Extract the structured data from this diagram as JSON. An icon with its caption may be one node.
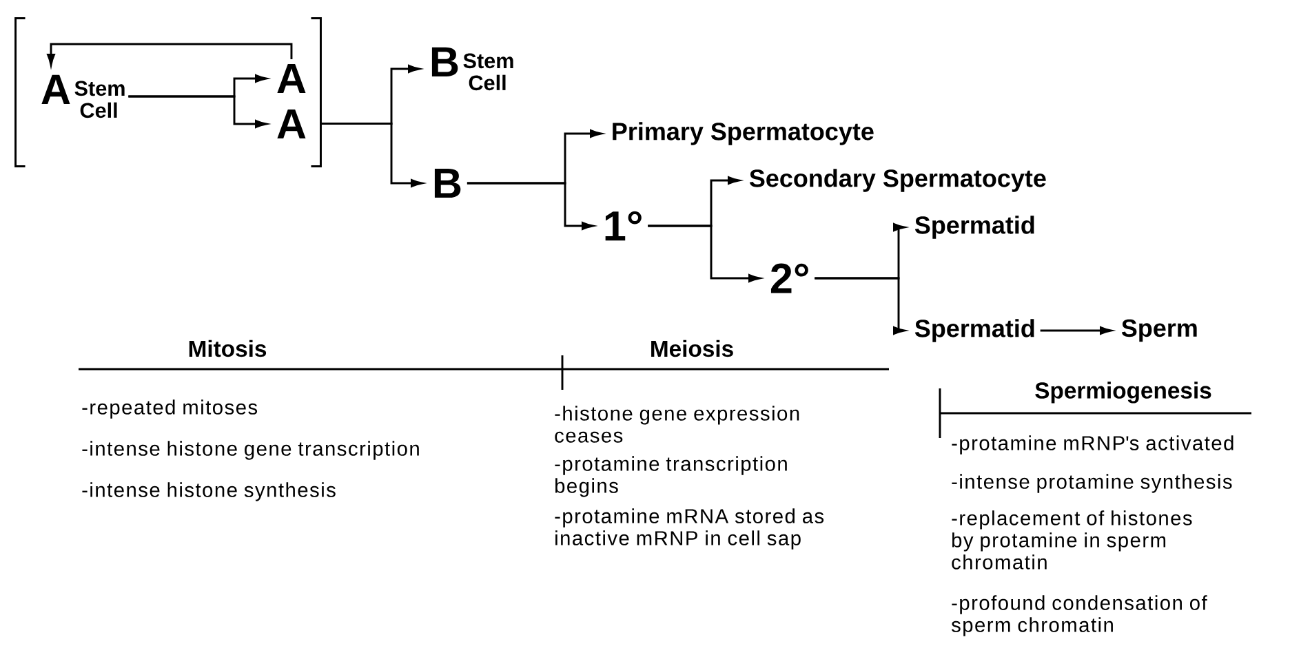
{
  "diagram": {
    "nodes": [
      {
        "text": [],
        "shape": "box"
      },
      {
        "text": [
          "A",
          "Stem Cell"
        ],
        "in": 0
      },
      {
        "text": [
          "A"
        ],
        "in": 0
      },
      {
        "text": [
          "A"
        ],
        "in": 0
      },
      {
        "text": [
          "B",
          "Stem Cell"
        ]
      },
      {
        "text": [
          "B"
        ]
      },
      {
        "text": [
          "Primary Spermatocyte"
        ]
      },
      {
        "text": [
          "1°"
        ]
      },
      {
        "text": [
          "Secondary Spermatocyte"
        ]
      },
      {
        "text": [
          "2°"
        ]
      },
      {
        "text": [
          "Spermatid"
        ]
      },
      {
        "text": [
          "Spermatid"
        ]
      },
      {
        "text": [
          "Sperm"
        ]
      }
    ],
    "edges": [
      {
        "from": 1,
        "to": 2,
        "arrow": "to"
      },
      {
        "from": 1,
        "to": 3,
        "arrow": "to"
      },
      {
        "from": 2,
        "to": 1,
        "arrow": "to"
      },
      {
        "from": 0,
        "to": 4,
        "arrow": "to"
      },
      {
        "from": 0,
        "to": 5,
        "arrow": "to"
      },
      {
        "from": 5,
        "to": 6,
        "arrow": "to"
      },
      {
        "from": 5,
        "to": 7,
        "arrow": "to"
      },
      {
        "from": 7,
        "to": 8,
        "arrow": "to"
      },
      {
        "from": 7,
        "to": 9,
        "arrow": "to"
      },
      {
        "from": 9,
        "to": 10,
        "arrow": "to"
      },
      {
        "from": 9,
        "to": 11,
        "arrow": "to"
      },
      {
        "from": 11,
        "to": 12,
        "arrow": "to"
      }
    ],
    "labels": [
      "Mitosis",
      "-repeated mitoses",
      "-intense histone gene transcription",
      "-intense histone synthesis",
      "Meiosis",
      "-histone gene expression ceases",
      "-protamine transcription begins",
      "-protamine mRNA stored as inactive mRNP in cell sap",
      "Spermiogenesis",
      "-protamine mRNP's activated",
      "-intense protamine synthesis",
      "-replacement of histones by protamine in sperm chromatin",
      "-profound condensation of sperm chromatin"
    ]
  }
}
